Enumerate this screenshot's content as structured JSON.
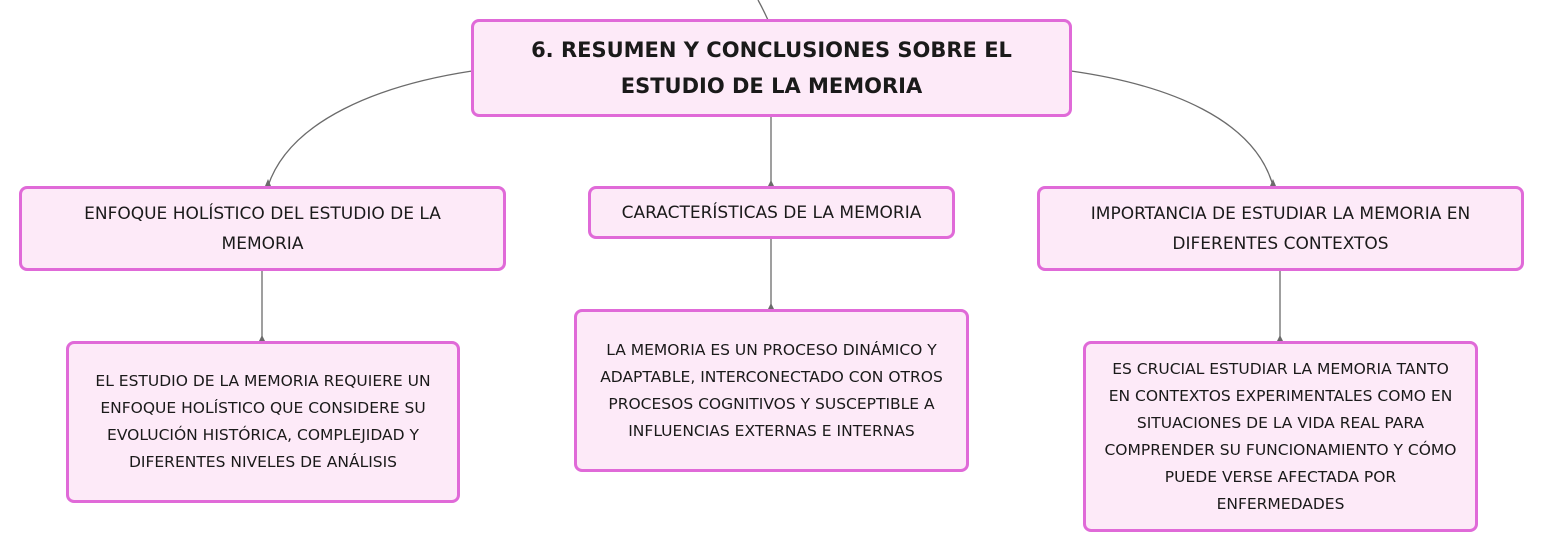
{
  "diagram": {
    "root": {
      "label": "6. RESUMEN Y CONCLUSIONES SOBRE EL ESTUDIO DE LA MEMORIA"
    },
    "branches": [
      {
        "label": "ENFOQUE HOLÍSTICO DEL ESTUDIO DE LA MEMORIA",
        "detail": "EL ESTUDIO DE LA MEMORIA REQUIERE UN ENFOQUE HOLÍSTICO QUE CONSIDERE SU EVOLUCIÓN HISTÓRICA, COMPLEJIDAD Y DIFERENTES NIVELES DE ANÁLISIS"
      },
      {
        "label": "CARACTERÍSTICAS DE LA MEMORIA",
        "detail": "LA MEMORIA ES UN PROCESO DINÁMICO Y ADAPTABLE, INTERCONECTADO CON OTROS PROCESOS COGNITIVOS Y SUSCEPTIBLE A INFLUENCIAS EXTERNAS E INTERNAS"
      },
      {
        "label": "IMPORTANCIA DE ESTUDIAR LA MEMORIA EN DIFERENTES CONTEXTOS",
        "detail": "ES CRUCIAL ESTUDIAR LA MEMORIA TANTO EN CONTEXTOS EXPERIMENTALES COMO EN SITUACIONES DE LA VIDA REAL PARA COMPRENDER SU FUNCIONAMIENTO Y CÓMO PUEDE VERSE AFECTADA POR ENFERMEDADES"
      }
    ]
  },
  "colors": {
    "node_fill": "#fdeaf8",
    "node_border": "#e06ad8",
    "connector": "#6b6b6b",
    "text": "#1a1a1a"
  }
}
